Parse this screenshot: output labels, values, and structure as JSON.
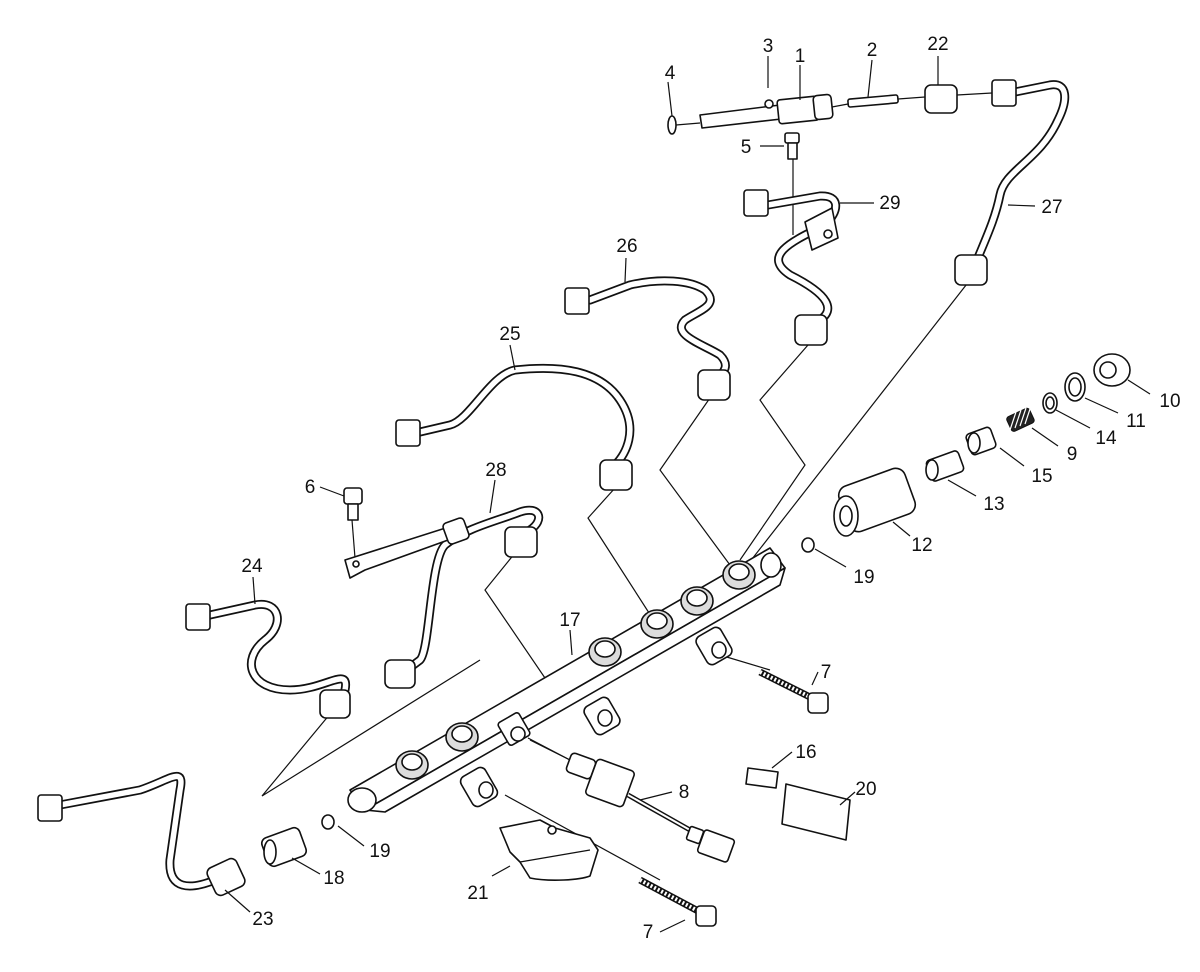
{
  "diagram": {
    "callouts": [
      {
        "id": "c1",
        "label": "1"
      },
      {
        "id": "c2",
        "label": "2"
      },
      {
        "id": "c3",
        "label": "3"
      },
      {
        "id": "c4",
        "label": "4"
      },
      {
        "id": "c5",
        "label": "5"
      },
      {
        "id": "c6",
        "label": "6"
      },
      {
        "id": "c7a",
        "label": "7"
      },
      {
        "id": "c7b",
        "label": "7"
      },
      {
        "id": "c8",
        "label": "8"
      },
      {
        "id": "c9",
        "label": "9"
      },
      {
        "id": "c10",
        "label": "10"
      },
      {
        "id": "c11",
        "label": "11"
      },
      {
        "id": "c12",
        "label": "12"
      },
      {
        "id": "c13",
        "label": "13"
      },
      {
        "id": "c14",
        "label": "14"
      },
      {
        "id": "c15",
        "label": "15"
      },
      {
        "id": "c16",
        "label": "16"
      },
      {
        "id": "c17",
        "label": "17"
      },
      {
        "id": "c18",
        "label": "18"
      },
      {
        "id": "c19a",
        "label": "19"
      },
      {
        "id": "c19b",
        "label": "19"
      },
      {
        "id": "c20",
        "label": "20"
      },
      {
        "id": "c21",
        "label": "21"
      },
      {
        "id": "c22",
        "label": "22"
      },
      {
        "id": "c23",
        "label": "23"
      },
      {
        "id": "c24",
        "label": "24"
      },
      {
        "id": "c25",
        "label": "25"
      },
      {
        "id": "c26",
        "label": "26"
      },
      {
        "id": "c27",
        "label": "27"
      },
      {
        "id": "c28",
        "label": "28"
      },
      {
        "id": "c29",
        "label": "29"
      }
    ]
  }
}
